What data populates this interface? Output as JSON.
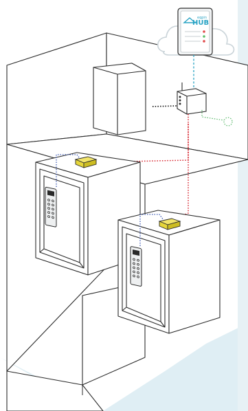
{
  "hub": {
    "brand_small": "eqpin",
    "brand_large": "HUB",
    "led_colors": [
      "#e14b4b",
      "#5cc06a",
      "#e14b4b"
    ]
  },
  "colors": {
    "background_tint": "#dfeef4",
    "wall_stroke": "#2a2a2a",
    "cloud_stroke": "#c9d3d8",
    "hub_link": "#29a3c4",
    "safe_link_red": "#d6202a",
    "keypad_link_blue": "#3b59b5",
    "wired_link_black": "#222222",
    "wireless_link_green": "#59b86a",
    "sensor_yellow": "#e6d63a"
  },
  "icons": {
    "cloud": "cloud-icon",
    "hub": "hub-server-icon",
    "router": "router-icon",
    "wifi": "wireless-signal-icon",
    "sensor": "yellow-sensor-box",
    "keypad": "keypad-panel"
  }
}
